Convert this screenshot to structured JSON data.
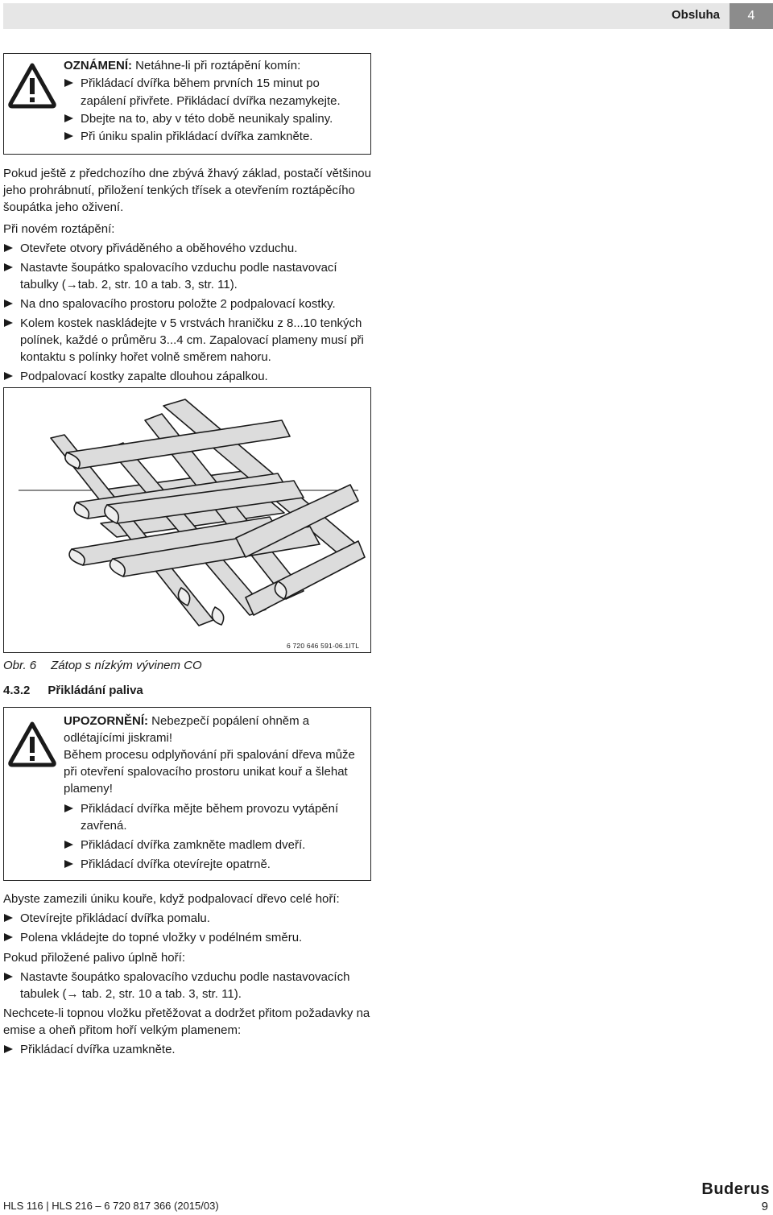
{
  "header": {
    "section": "Obsluha",
    "page_chapter": "4"
  },
  "warning1": {
    "title": "OZNÁMENÍ:",
    "title_rest": " Netáhne-li při roztápění komín:",
    "items": [
      "Přikládací dvířka během prvních 15 minut po zapálení přivřete. Přikládací dvířka nezamykejte.",
      "Dbejte na to, aby v této době neunikaly spaliny.",
      "Při úniku spalin přikládací dvířka zamkněte."
    ]
  },
  "intro_paragraph": "Pokud ještě z předchozího dne zbývá žhavý základ, postačí většinou jeho prohrábnutí, přiložení tenkých třísek a otevřením roztápěcího šoupátka jeho oživení.",
  "new_fire": {
    "label": "Při novém roztápění:",
    "items": [
      "Otevřete otvory přiváděného a oběhového vzduchu.",
      "Nastavte šoupátko spalovacího vzduchu podle nastavovací tabulky (→tab. 2, str. 10 a tab. 3, str. 11).",
      "Na dno spalovacího prostoru položte 2 podpalovací kostky.",
      "Kolem kostek naskládejte v 5 vrstvách hraničku z 8...10 tenkých polínek, každé o průměru 3...4 cm. Zapalovací plameny musí při kontaktu s polínky hořet volně směrem nahoru.",
      "Podpalovací kostky zapalte dlouhou zápalkou."
    ]
  },
  "figure": {
    "code": "6 720 646 591-06.1ITL",
    "caption_number": "Obr. 6",
    "caption_text": "Zátop s nízkým vývinem CO"
  },
  "section": {
    "number": "4.3.2",
    "title": "Přikládání paliva"
  },
  "warning2": {
    "title": "UPOZORNĚNÍ:",
    "title_rest": " Nebezpečí popálení ohněm a odlétajícími jiskrami!",
    "body": "Během procesu odplyňování při spalování dřeva může při otevření spalovacího prostoru unikat kouř a šlehat plameny!",
    "items": [
      "Přikládací dvířka mějte během provozu vytápění zavřená.",
      "Přikládací dvířka zamkněte madlem dveří.",
      "Přikládací dvířka otevírejte opatrně."
    ]
  },
  "smoke": {
    "label": "Abyste zamezili úniku kouře, když podpalovací dřevo celé hoří:",
    "items": [
      "Otevírejte přikládací dvířka pomalu.",
      "Polena vkládejte do topné vložky v podélném směru."
    ]
  },
  "burning": {
    "label": "Pokud přiložené palivo úplně hoří:",
    "items": [
      "Nastavte šoupátko spalovacího vzduchu podle nastavovacích tabulek (→ tab. 2, str. 10 a tab. 3, str. 11)."
    ]
  },
  "overload": {
    "label": "Nechcete-li topnou vložku přetěžovat a dodržet přitom požadavky na emise a oheň přitom hoří velkým plamenem:",
    "items": [
      "Přikládací dvířka uzamkněte."
    ]
  },
  "footer": {
    "doc_ref": "HLS 116 | HLS 216 – 6 720 817 366 (2015/03)",
    "page_number": "9",
    "brand": "Buderus"
  }
}
